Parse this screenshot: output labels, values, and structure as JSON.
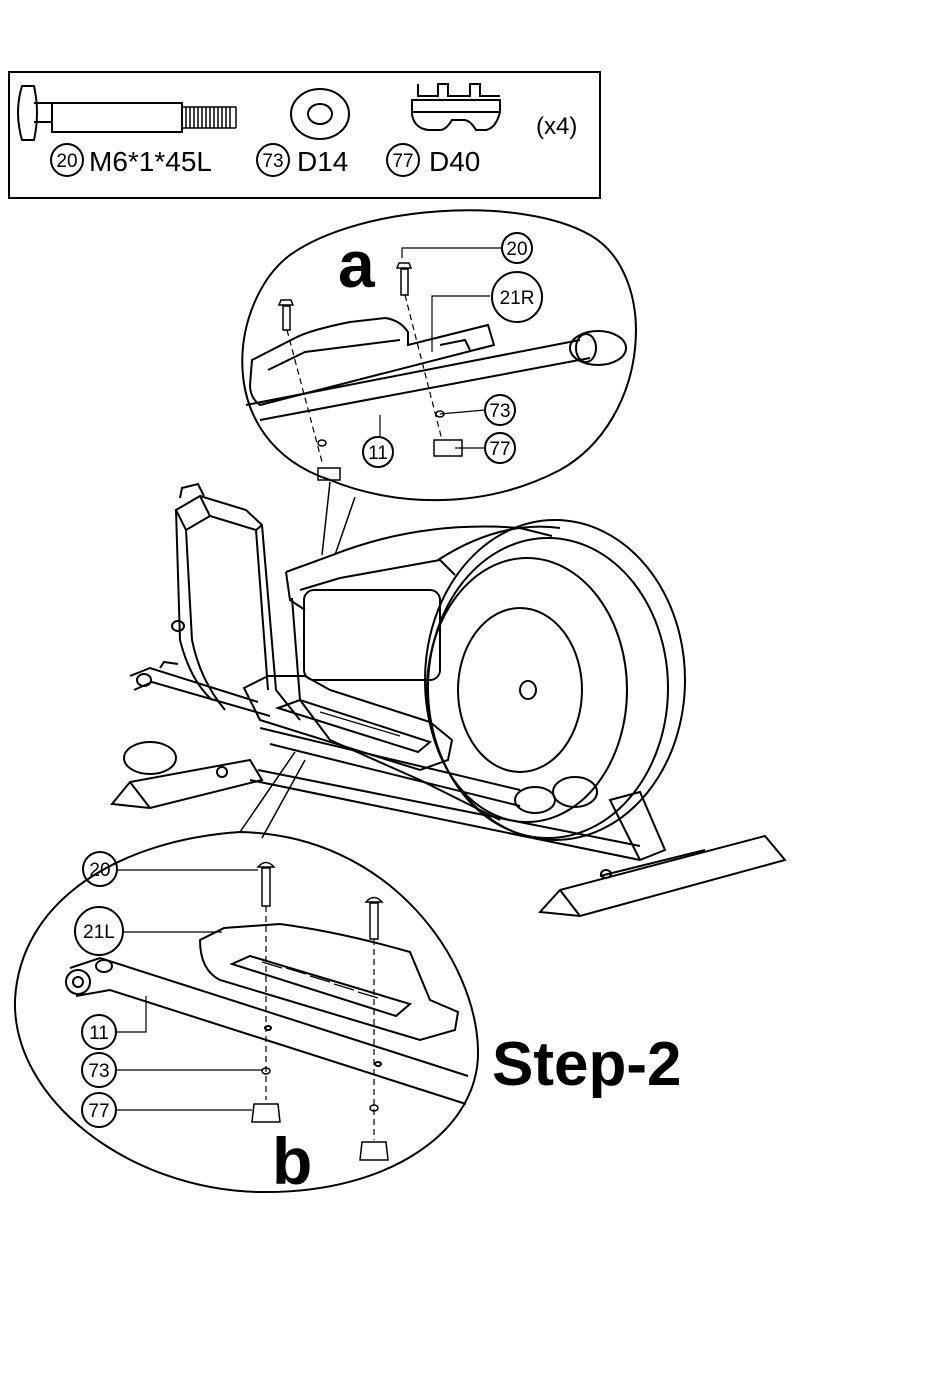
{
  "parts_box": {
    "items": [
      {
        "number": "20",
        "spec": "M6*1*45L",
        "icon": "carriage-bolt-icon"
      },
      {
        "number": "73",
        "spec": "D14",
        "icon": "washer-icon"
      },
      {
        "number": "77",
        "spec": "D40",
        "icon": "knob-nut-icon"
      }
    ],
    "quantity": "(x4)"
  },
  "detail_a": {
    "letter": "a",
    "callouts": [
      "20",
      "21R",
      "73",
      "77",
      "11"
    ]
  },
  "detail_b": {
    "letter": "b",
    "callouts": [
      "20",
      "21L",
      "11",
      "73",
      "77"
    ]
  },
  "step_title": "Step-2"
}
